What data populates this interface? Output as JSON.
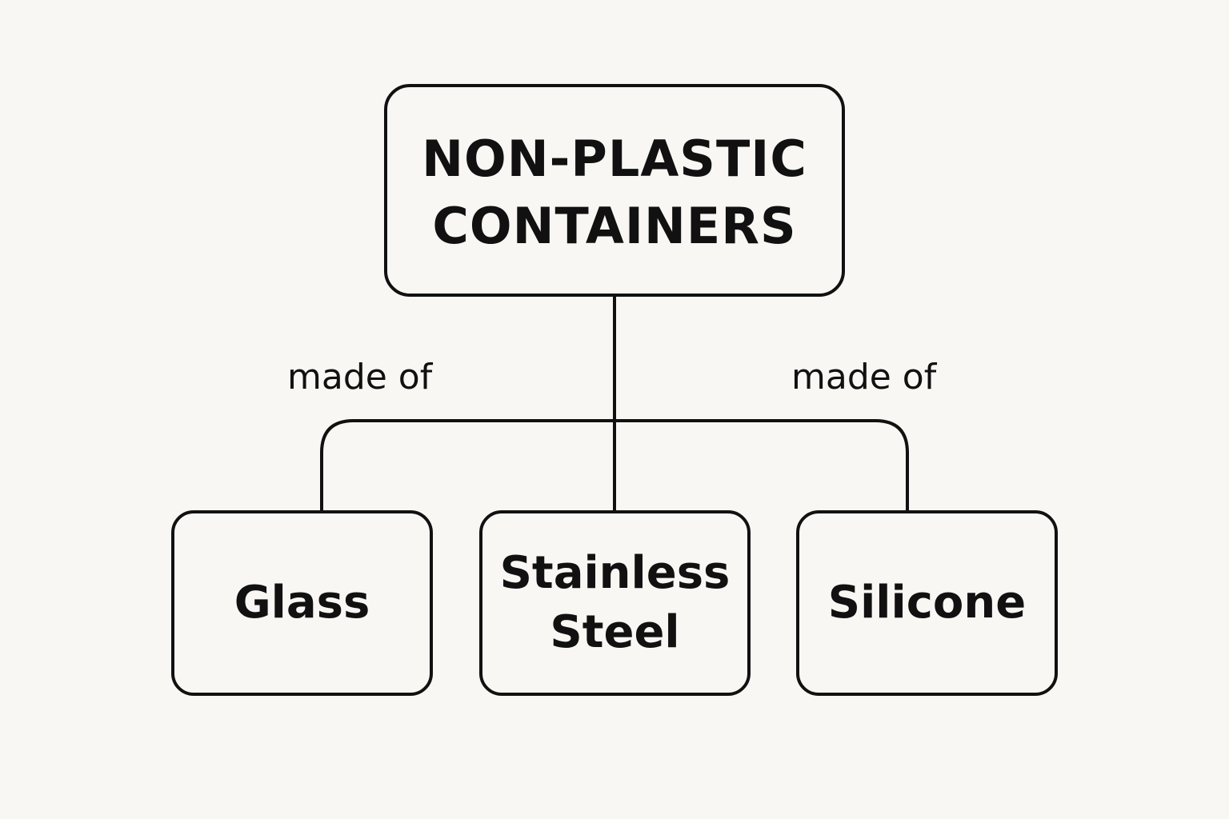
{
  "background_color": "#f8f7f4",
  "stroke_color": "#111111",
  "root": {
    "line1": "NON-PLASTIC",
    "line2": "CONTAINERS"
  },
  "edges": {
    "left_label": "made of",
    "right_label": "made of"
  },
  "children": [
    {
      "line1": "Glass",
      "line2": ""
    },
    {
      "line1": "Stainless",
      "line2": "Steel"
    },
    {
      "line1": "Silicone",
      "line2": ""
    }
  ]
}
